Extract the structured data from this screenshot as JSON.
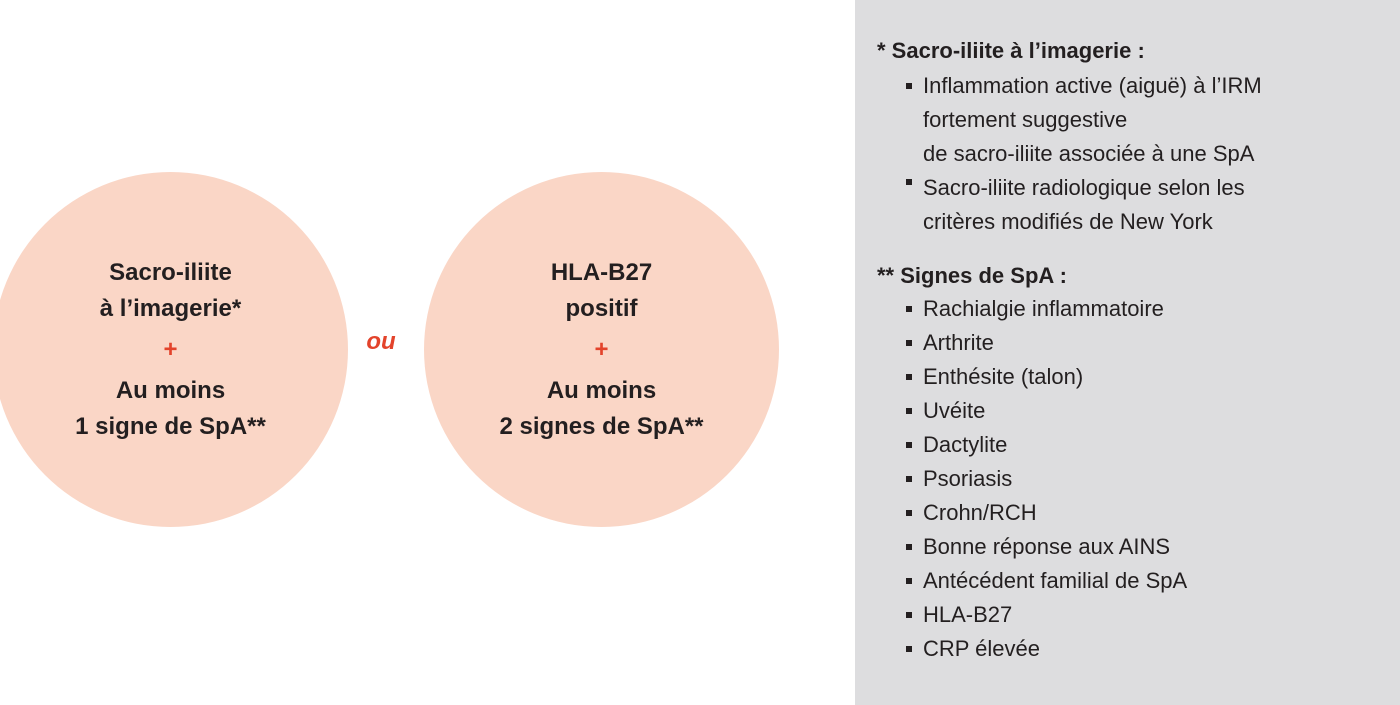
{
  "left_circle": {
    "lines_top": [
      "Sacro-iliite",
      "à l’imagerie*"
    ],
    "plus": "+",
    "lines_bottom": [
      "Au moins",
      "1 signe de SpA**"
    ]
  },
  "connector": "ou",
  "right_circle": {
    "lines_top": [
      "HLA-B27",
      "positif"
    ],
    "plus": "+",
    "lines_bottom": [
      "Au moins",
      "2 signes de SpA**"
    ]
  },
  "panel": {
    "imaging_heading": "* Sacro-iliite à l’imagerie :",
    "imaging_items": [
      [
        "Inflammation active (aiguë) à l’IRM",
        "fortement suggestive",
        "de sacro-iliite associée à une SpA"
      ],
      [
        "Sacro-iliite radiologique selon les",
        "critères modifiés de New York"
      ]
    ],
    "signs_heading": "** Signes de SpA :",
    "signs_items": [
      "Rachialgie inflammatoire",
      "Arthrite",
      "Enthésite (talon)",
      "Uvéite",
      "Dactylite",
      "Psoriasis",
      "Crohn/RCH",
      "Bonne réponse aux AINS",
      "Antécédent familial de SpA",
      "HLA-B27",
      "CRP élevée"
    ]
  },
  "colors": {
    "circle_fill": "#fad6c6",
    "accent_red": "#e3432b",
    "panel_bg": "#dddddf",
    "text": "#231f20"
  }
}
